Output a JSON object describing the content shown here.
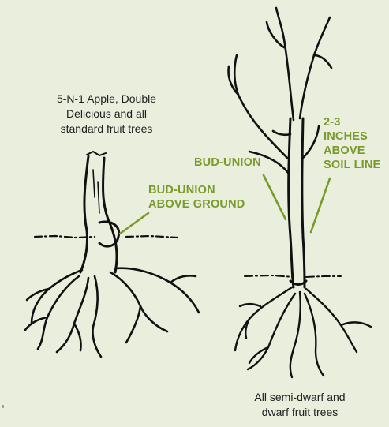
{
  "left_tree": {
    "caption": [
      "5-N-1 Apple, Double",
      "Delicious and all",
      "standard fruit trees"
    ],
    "label": [
      "BUD-UNION",
      "ABOVE GROUND"
    ]
  },
  "right_tree": {
    "label_bud_union": "BUD-UNION",
    "label_depth": [
      "2-3",
      "INCHES",
      "ABOVE",
      "SOIL LINE"
    ],
    "caption": [
      "All semi-dwarf and",
      "dwarf fruit trees"
    ]
  },
  "colors": {
    "background": "#e9eedd",
    "label_green": "#7a9a2a",
    "ink": "#111111"
  }
}
